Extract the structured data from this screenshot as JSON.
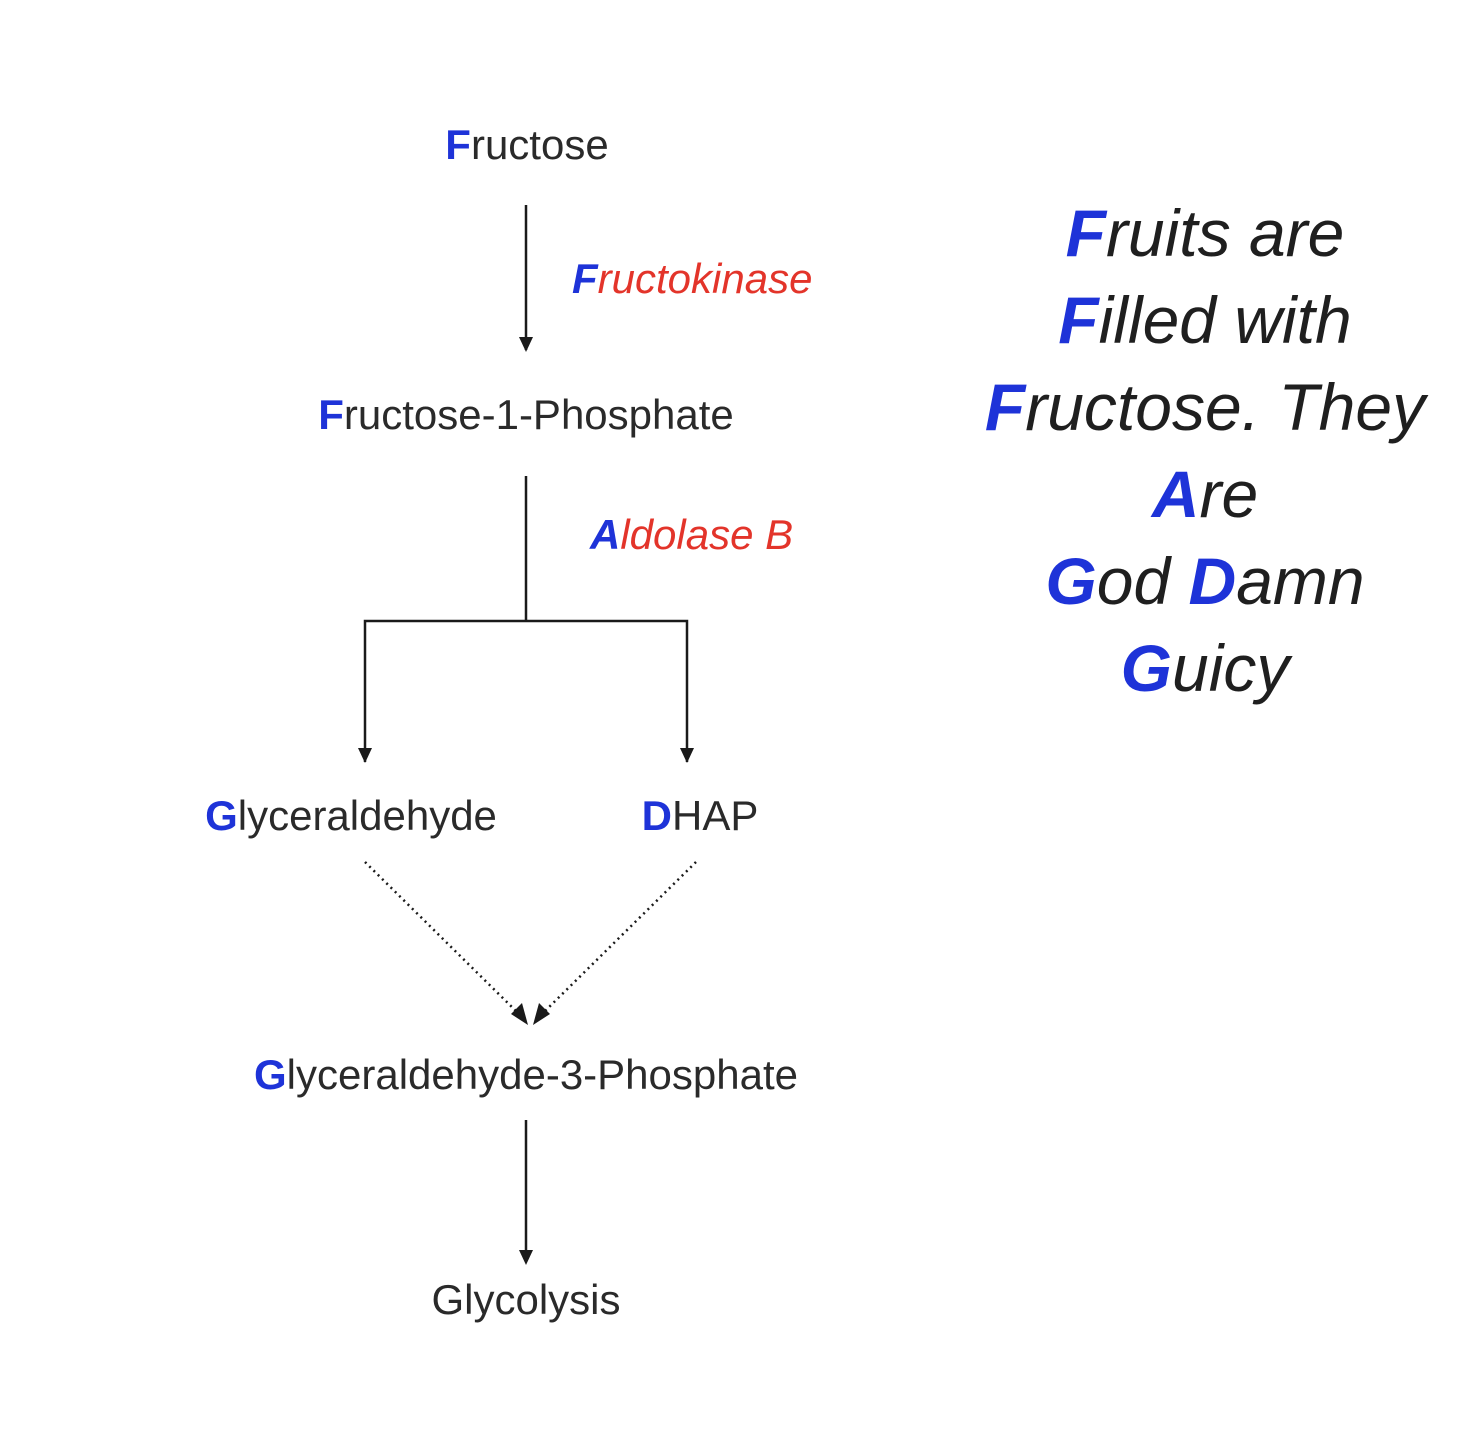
{
  "molecules": {
    "fructose": {
      "first": "F",
      "rest": "ructose"
    },
    "f1p": {
      "first": "F",
      "rest": "ructose-1-Phosphate"
    },
    "glyceraldehyde": {
      "first": "G",
      "rest": "lyceraldehyde"
    },
    "dhap": {
      "first": "D",
      "rest": "HAP"
    },
    "g3p": {
      "first": "G",
      "rest": "lyceraldehyde-3-Phosphate"
    },
    "glycolysis": {
      "text": "Glycolysis"
    }
  },
  "enzymes": {
    "fructokinase": {
      "first": "F",
      "rest": "ructokinase"
    },
    "aldolase_b": {
      "first": "A",
      "rest": "ldolase B"
    }
  },
  "mnemonic": {
    "lines": [
      [
        {
          "first": "F",
          "rest": "ruits are"
        }
      ],
      [
        {
          "first": "F",
          "rest": "illed with"
        }
      ],
      [
        {
          "first": "F",
          "rest": "ructose. They"
        }
      ],
      [
        {
          "first": "A",
          "rest": "re"
        }
      ],
      [
        {
          "first": "G",
          "rest": "od "
        },
        {
          "first": "D",
          "rest": "amn"
        }
      ],
      [
        {
          "first": "G",
          "rest": "uicy"
        }
      ]
    ]
  },
  "colors": {
    "initial_letter": "#1e33d8",
    "enzyme": "#e3342a",
    "text": "#2a2a2a",
    "arrow": "#1a1a1a"
  }
}
